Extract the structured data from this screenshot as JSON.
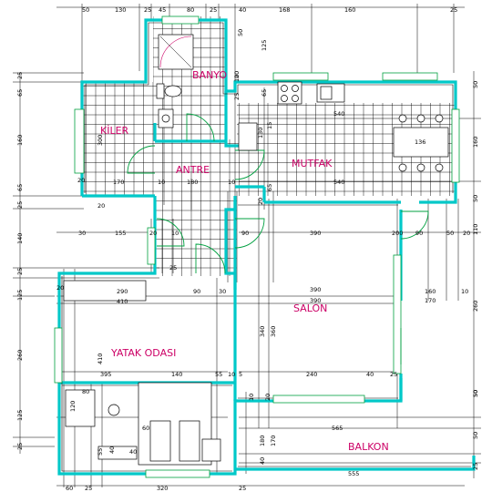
{
  "rooms": {
    "banyo": "BANYO",
    "kiler": "KİLER",
    "antre": "ANTRE",
    "mutfak": "MUTFAK",
    "salon": "SALON",
    "yatak_odasi": "YATAK ODASI",
    "balkon": "BALKON"
  },
  "dimensions": {
    "top_chain": [
      "50",
      "130",
      "25",
      "45",
      "80",
      "25",
      "40",
      "168",
      "160",
      "25"
    ],
    "left_chain": [
      "25",
      "65",
      "160",
      "65",
      "25",
      "140",
      "25",
      "125",
      "260",
      "125",
      "25"
    ],
    "right_chain": [
      "50",
      "160",
      "50",
      "110",
      "260",
      "50",
      "50",
      "25"
    ],
    "bottom_chain": [
      "60",
      "25",
      "320",
      "555",
      "25"
    ],
    "interior": {
      "banyo_50": "50",
      "banyo_125": "125",
      "banyo_20": "20",
      "mutfak_65a": "65",
      "mutfak_10": "10",
      "mutfak_25": "25",
      "mutfak_540a": "540",
      "mutfak_540b": "540",
      "mutfak_130": "130",
      "mutfak_15": "15",
      "mutfak_20": "20",
      "mutfak_65b": "65",
      "table_136": "136",
      "kiler_300": "300",
      "kiler_170": "170",
      "kiler_20": "20",
      "antre_180": "180",
      "antre_10a": "10",
      "antre_10b": "10",
      "antre_20": "20",
      "corridor_30": "30",
      "corridor_155": "155",
      "corridor_20": "20",
      "corridor_10": "10",
      "corridor_90": "90",
      "salon_390a": "390",
      "salon_390b": "390",
      "salon_390c": "390",
      "salon_200": "200",
      "salon_90": "90",
      "salon_50": "50",
      "salon_20": "20",
      "salon_160": "160",
      "salon_170": "170",
      "salon_340": "340",
      "salon_360": "360",
      "salon_240": "240",
      "salon_40": "40",
      "salon_25": "25",
      "salon_10": "10",
      "yatak_290": "290",
      "yatak_410a": "410",
      "yatak_410b": "410",
      "yatak_20": "20",
      "yatak_25": "25",
      "yatak_30": "30",
      "yatak_90": "90",
      "yatak_395": "395",
      "yatak_140": "140",
      "yatak_55": "55",
      "yatak_10": "10",
      "yatak_5": "5",
      "yatak_80": "80",
      "yatak_120": "120",
      "yatak_60": "60",
      "yatak_40a": "40",
      "yatak_40b": "40",
      "yatak_55b": "55",
      "balkon_565": "565",
      "balkon_170": "170",
      "balkon_180": "180",
      "balkon_20": "20",
      "balkon_10": "10",
      "balkon_40": "40",
      "balkon_50": "50"
    }
  },
  "colors": {
    "walls": "#00c8c8",
    "labels": "#cc0066",
    "windows": "#00a040",
    "dimensions": "#000000"
  }
}
